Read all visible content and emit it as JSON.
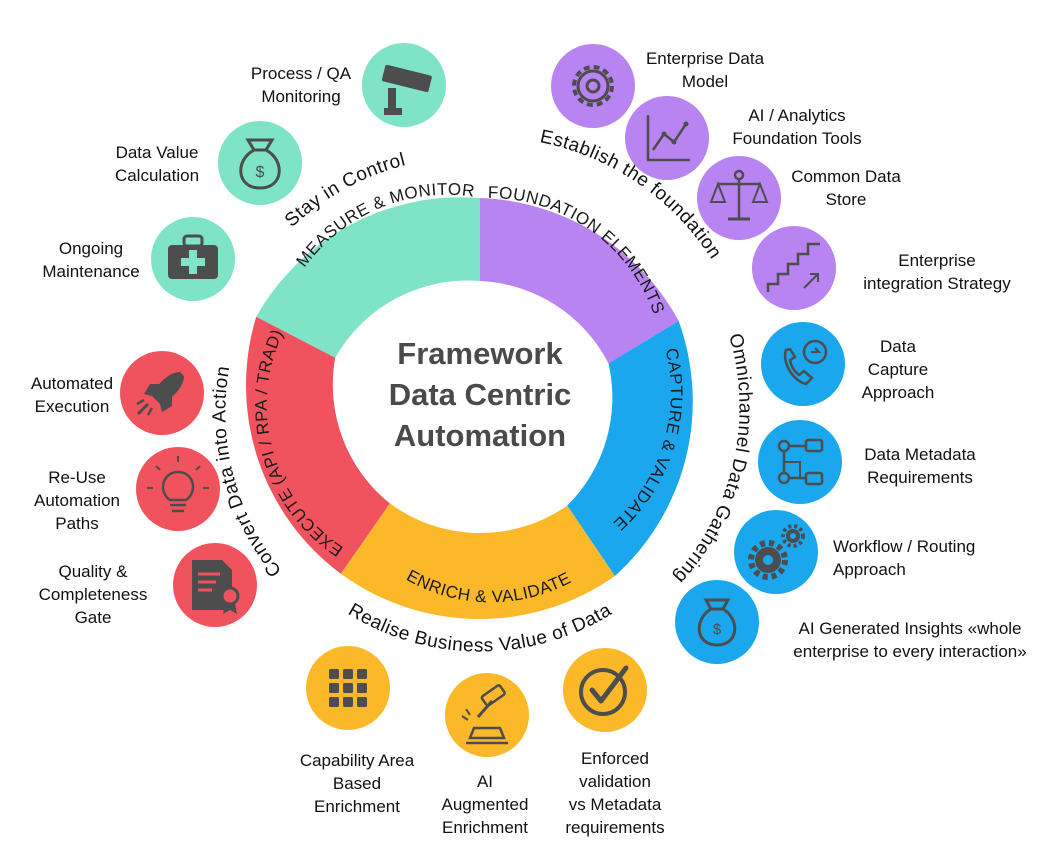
{
  "center_title": [
    "Framework",
    "Data Centric",
    "Automation"
  ],
  "segments": {
    "measure": {
      "label": "MEASURE & MONITOR",
      "color": "#7fe3c7",
      "outer": "Stay in Control"
    },
    "foundation": {
      "label": "FOUNDATION ELEMENTS",
      "color": "#b784f2",
      "outer": "Establish the foundation"
    },
    "capture": {
      "label": "CAPTURE & VALIDATE",
      "color": "#1aa7ee",
      "outer": "Omnichannel Data Gathering"
    },
    "enrich": {
      "label": "ENRICH & VALIDATE",
      "color": "#fbb92a",
      "outer": "Realise Business Value of Data"
    },
    "execute": {
      "label": "EXECUTE (API / RPA / TRAD)",
      "color": "#f0535e",
      "outer": "Convert Data into Action"
    }
  },
  "items": {
    "process_qa": {
      "label": "Process / QA\nMonitoring",
      "icon": "cctv-camera-icon"
    },
    "data_value": {
      "label": "Data Value\nCalculation",
      "icon": "money-bag-icon"
    },
    "ongoing_maintenance": {
      "label": "Ongoing\nMaintenance",
      "icon": "first-aid-kit-icon"
    },
    "enterprise_data_model": {
      "label": "Enterprise Data\nModel",
      "icon": "gear-icon"
    },
    "ai_analytics": {
      "label": "AI / Analytics\nFoundation Tools",
      "icon": "line-chart-icon"
    },
    "common_data_store": {
      "label": "Common Data\nStore",
      "icon": "scales-icon"
    },
    "integration_strategy": {
      "label": "Enterprise\nintegration Strategy",
      "icon": "stairs-icon"
    },
    "data_capture": {
      "label": "Data\nCapture\nApproach",
      "icon": "phone-call-icon"
    },
    "metadata_requirements": {
      "label": "Data Metadata\nRequirements",
      "icon": "flowchart-icon"
    },
    "workflow_routing": {
      "label": "Workflow / Routing\nApproach",
      "icon": "cogs-icon"
    },
    "ai_insights": {
      "label": "AI Generated Insights «whole\nenterprise to every interaction»",
      "icon": "money-bag-icon"
    },
    "capability_enrichment": {
      "label": "Capability Area\nBased\nEnrichment",
      "icon": "grid-icon"
    },
    "ai_augmented": {
      "label": "AI\nAugmented\nEnrichment",
      "icon": "auction-gavel-icon"
    },
    "enforced_validation": {
      "label": "Enforced\nvalidation\nvs Metadata\nrequirements",
      "icon": "checkmark-icon"
    },
    "automated_execution": {
      "label": "Automated\nExecution",
      "icon": "rocket-icon"
    },
    "reuse_paths": {
      "label": "Re-Use\nAutomation\nPaths",
      "icon": "light-bulb-icon"
    },
    "quality_gate": {
      "label": "Quality &\nCompleteness\nGate",
      "icon": "certificate-icon"
    }
  }
}
